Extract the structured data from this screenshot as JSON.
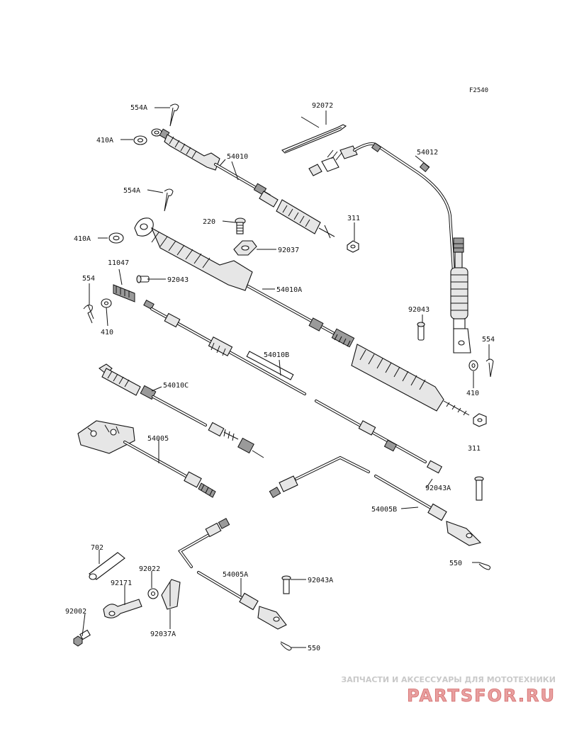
{
  "figure_ref": "F2540",
  "labels": {
    "l554A_1": "554A",
    "l410A_1": "410A",
    "l54010": "54010",
    "l554A_2": "554A",
    "l220": "220",
    "l92037": "92037",
    "l311_1": "311",
    "l92072": "92072",
    "l54012": "54012",
    "l410A_2": "410A",
    "l11047": "11047",
    "l92043_1": "92043",
    "l54010A": "54010A",
    "l554_1": "554",
    "l410_1": "410",
    "l92043_2": "92043",
    "l554_2": "554",
    "l410_2": "410",
    "l54010B": "54010B",
    "l54010C": "54010C",
    "l54005": "54005",
    "l311_2": "311",
    "l92043A_1": "92043A",
    "l54005B": "54005B",
    "l550_1": "550",
    "l702": "702",
    "l92022": "92022",
    "l92171": "92171",
    "l92002": "92002",
    "l92037A": "92037A",
    "l54005A": "54005A",
    "l92043A_2": "92043A",
    "l550_2": "550"
  },
  "watermark": {
    "tagline": "ЗАПЧАСТИ И АКСЕССУАРЫ ДЛЯ МОТОТЕХНИКИ",
    "brand": "PARTSFOR.RU"
  }
}
